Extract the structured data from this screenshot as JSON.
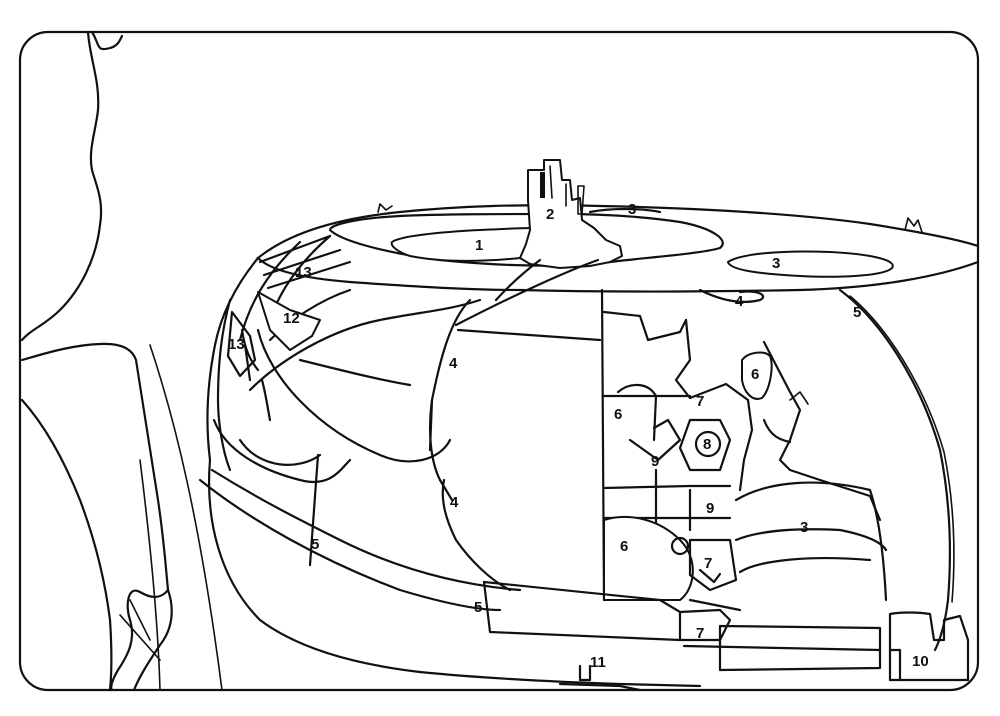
{
  "labels": [
    {
      "id": "l1",
      "text": "1"
    },
    {
      "id": "l2",
      "text": "2"
    },
    {
      "id": "l3a",
      "text": "3"
    },
    {
      "id": "l3b",
      "text": "3"
    },
    {
      "id": "l3c",
      "text": "3"
    },
    {
      "id": "l4a",
      "text": "4"
    },
    {
      "id": "l4b",
      "text": "4"
    },
    {
      "id": "l4c",
      "text": "4"
    },
    {
      "id": "l5a",
      "text": "5"
    },
    {
      "id": "l5b",
      "text": "5"
    },
    {
      "id": "l5c",
      "text": "5"
    },
    {
      "id": "l6a",
      "text": "6"
    },
    {
      "id": "l6b",
      "text": "6"
    },
    {
      "id": "l6c",
      "text": "6"
    },
    {
      "id": "l7a",
      "text": "7"
    },
    {
      "id": "l7b",
      "text": "7"
    },
    {
      "id": "l7c",
      "text": "7"
    },
    {
      "id": "l8",
      "text": "8"
    },
    {
      "id": "l9a",
      "text": "9"
    },
    {
      "id": "l9b",
      "text": "9"
    },
    {
      "id": "l10",
      "text": "10"
    },
    {
      "id": "l11",
      "text": "11"
    },
    {
      "id": "l12",
      "text": "12"
    },
    {
      "id": "l13a",
      "text": "13"
    },
    {
      "id": "l13b",
      "text": "13"
    }
  ]
}
